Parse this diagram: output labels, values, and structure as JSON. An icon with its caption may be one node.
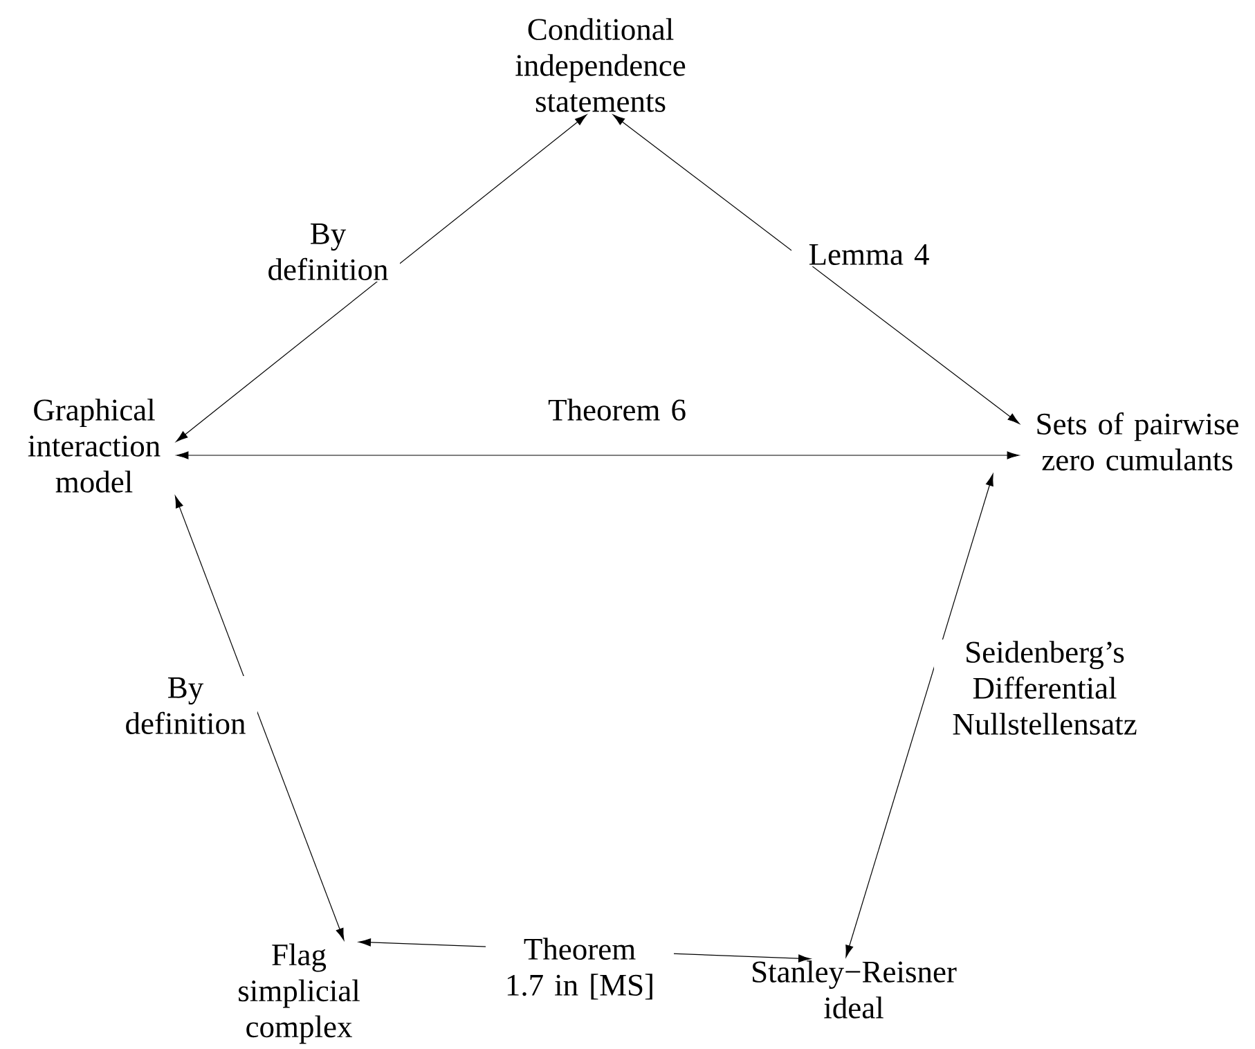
{
  "diagram": {
    "nodes": [
      {
        "text": [
          "Conditional independence statements"
        ]
      },
      {
        "text": [
          "Graphical interaction model"
        ]
      },
      {
        "text": [
          "Sets of pairwise zero cumulants"
        ]
      },
      {
        "text": [
          "Flag simplicial complex"
        ]
      },
      {
        "text": [
          "Stanley−Reisner ideal"
        ]
      }
    ],
    "edges": [
      {
        "from": 0,
        "to": 1,
        "arrow": "both",
        "label": "By definition"
      },
      {
        "from": 0,
        "to": 2,
        "arrow": "both",
        "label": "Lemma 4"
      },
      {
        "from": 1,
        "to": 2,
        "arrow": "both",
        "label": "Theorem 6"
      },
      {
        "from": 1,
        "to": 3,
        "arrow": "both",
        "label": "By definition"
      },
      {
        "from": 2,
        "to": 4,
        "arrow": "both",
        "label": "Seidenberg’s Differential Nullstellensatz"
      },
      {
        "from": 3,
        "to": 4,
        "arrow": "both",
        "label": "Theorem 1.7 in [MS]"
      }
    ]
  }
}
